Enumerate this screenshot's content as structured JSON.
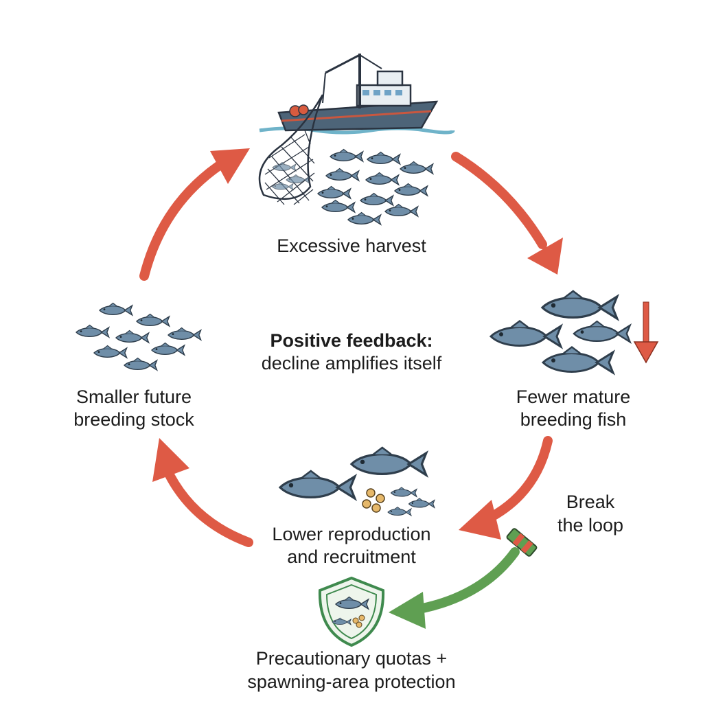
{
  "nodes": {
    "harvest": {
      "label": "Excessive harvest"
    },
    "fewer_fish": {
      "line1": "Fewer mature",
      "line2": "breeding fish"
    },
    "lower_reproduction": {
      "line1": "Lower reproduction",
      "line2": "and recruitment"
    },
    "smaller_stock": {
      "line1": "Smaller future",
      "line2": "breeding stock"
    }
  },
  "center": {
    "title": "Positive feedback:",
    "subtitle": "decline amplifies itself"
  },
  "intervention": {
    "break_line1": "Break",
    "break_line2": "the loop",
    "solution_line1": "Precautionary quotas +",
    "solution_line2": "spawning-area protection"
  },
  "colors": {
    "loop_arrow": "#de5a45",
    "intervention_arrow": "#5f9f52",
    "fish": "#6f8ea8",
    "shield": "#3f8a4e"
  },
  "icons": [
    "fishing-boat-icon",
    "net-icon",
    "fish-school-icon",
    "down-arrow-icon",
    "fish-eggs-icon",
    "shield-icon",
    "break-marker-icon"
  ]
}
